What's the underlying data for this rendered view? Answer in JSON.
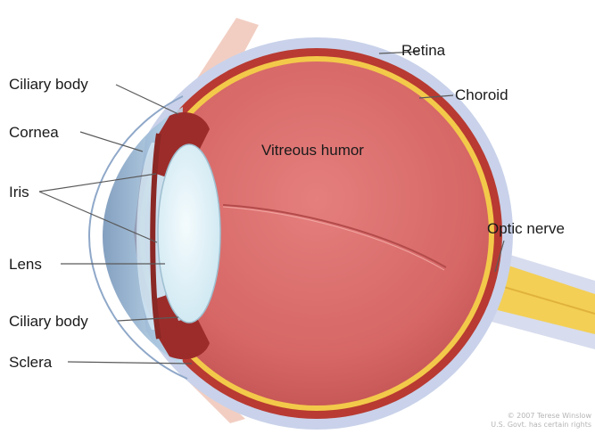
{
  "labels": {
    "retina": "Retina",
    "choroid": "Choroid",
    "ciliary_body_top": "Ciliary body",
    "cornea": "Cornea",
    "iris": "Iris",
    "lens": "Lens",
    "ciliary_body_bottom": "Ciliary body",
    "sclera": "Sclera",
    "vitreous_humor": "Vitreous humor",
    "optic_nerve": "Optic nerve"
  },
  "credit": {
    "line1": "© 2007 Terese Winslow",
    "line2": "U.S. Govt. has certain rights"
  },
  "colors": {
    "sclera": "#c9d2ea",
    "choroid": "#b83a32",
    "retina": "#f3c94a",
    "vitreous": "#d9686a",
    "lens": "#e9f7fb",
    "cornea": "#9fc6e2",
    "optic_nerve": "#f3cf55",
    "leader_line": "#5a5a5a"
  }
}
